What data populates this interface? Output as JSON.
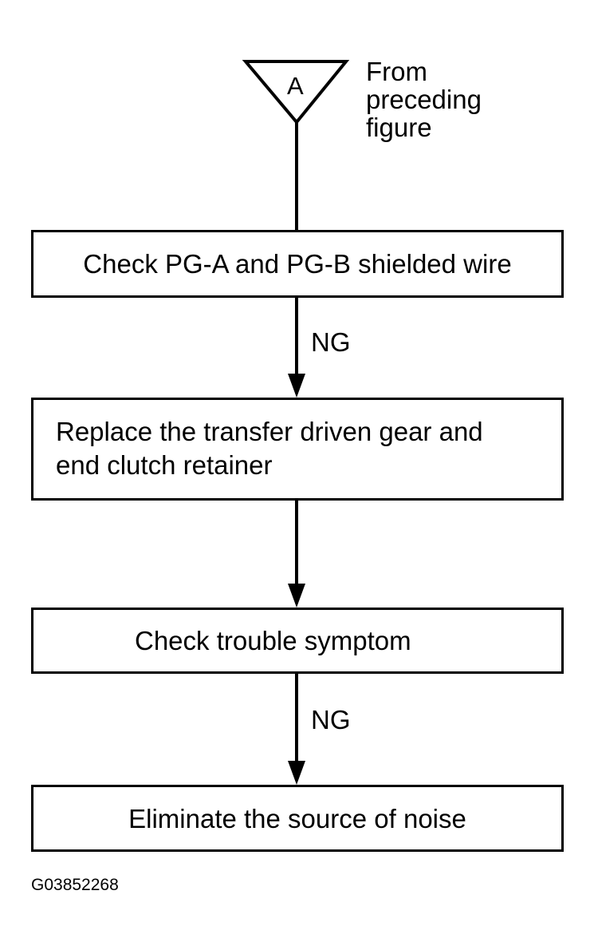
{
  "connector": {
    "letter": "A",
    "note": [
      "From",
      "preceding",
      "figure"
    ]
  },
  "steps": [
    {
      "text": "Check PG-A and PG-B shielded wire"
    },
    {
      "lines": [
        "Replace the transfer driven gear and",
        "end clutch retainer"
      ]
    },
    {
      "text": "Check trouble symptom"
    },
    {
      "text": "Eliminate the source of noise"
    }
  ],
  "arrow_labels": [
    "NG",
    "NG"
  ],
  "figure_id": "G03852268"
}
